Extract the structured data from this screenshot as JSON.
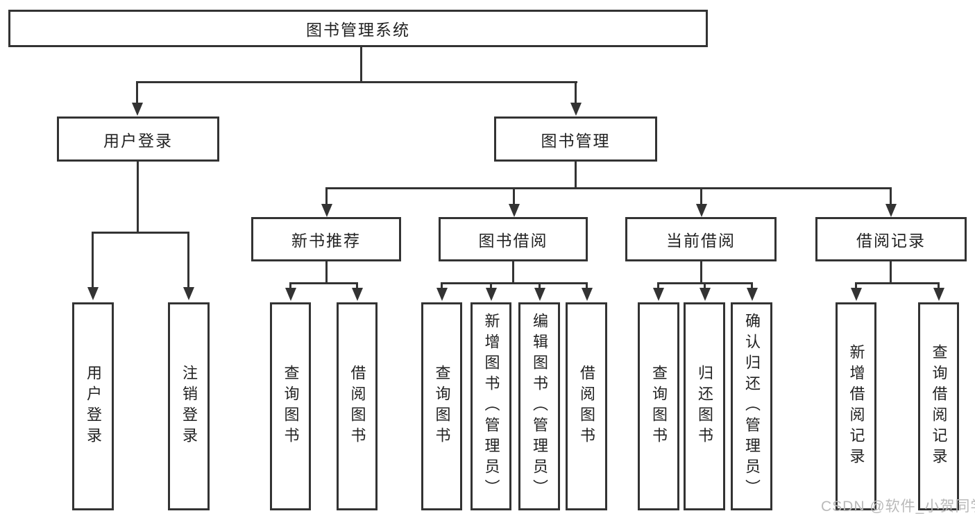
{
  "tree": {
    "root": {
      "label": "图书管理系统"
    },
    "branches": [
      {
        "label": "用户登录",
        "children": [
          {
            "label": "用户登录"
          },
          {
            "label": "注销登录"
          }
        ]
      },
      {
        "label": "图书管理",
        "sections": [
          {
            "label": "新书推荐",
            "children": [
              {
                "label": "查询图书"
              },
              {
                "label": "借阅图书"
              }
            ]
          },
          {
            "label": "图书借阅",
            "children": [
              {
                "label": "查询图书"
              },
              {
                "label": "新增图书（管理员）"
              },
              {
                "label": "编辑图书（管理员）"
              },
              {
                "label": "借阅图书"
              }
            ]
          },
          {
            "label": "当前借阅",
            "children": [
              {
                "label": "查询图书"
              },
              {
                "label": "归还图书"
              },
              {
                "label": "确认归还（管理员）"
              }
            ]
          },
          {
            "label": "借阅记录",
            "children": [
              {
                "label": "新增借阅记录"
              },
              {
                "label": "查询借阅记录"
              }
            ]
          }
        ]
      }
    ]
  },
  "watermark": {
    "text": "CSDN @软件_小贺同学"
  },
  "colors": {
    "background": "#ffffff",
    "line": "#333333",
    "box_border": "#333333",
    "box_fill": "#ffffff",
    "text": "#222222",
    "watermark": "#b9b9b9"
  }
}
